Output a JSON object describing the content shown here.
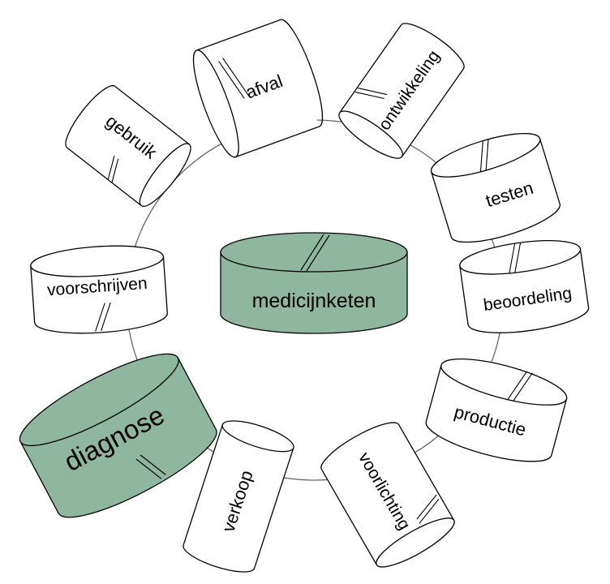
{
  "center": {
    "label": "medicijnketen",
    "highlighted": true
  },
  "bands": [
    {
      "id": "afval",
      "label": "afval",
      "highlighted": false
    },
    {
      "id": "ontwikkeling",
      "label": "ontwikkeling",
      "highlighted": false
    },
    {
      "id": "testen",
      "label": "testen",
      "highlighted": false
    },
    {
      "id": "beoordeling",
      "label": "beoordeling",
      "highlighted": false
    },
    {
      "id": "productie",
      "label": "productie",
      "highlighted": false
    },
    {
      "id": "voorlichting",
      "label": "voorlichting",
      "highlighted": false
    },
    {
      "id": "verkoop",
      "label": "verkoop",
      "highlighted": false
    },
    {
      "id": "diagnose",
      "label": "diagnose",
      "highlighted": true
    },
    {
      "id": "voorschrijven",
      "label": "voorschrijven",
      "highlighted": false
    },
    {
      "id": "gebruik",
      "label": "gebruik",
      "highlighted": false
    }
  ],
  "colors": {
    "highlight_fill": "#8fb79f",
    "normal_fill": "#ffffff",
    "stroke": "#000000",
    "ring": "#666666"
  }
}
